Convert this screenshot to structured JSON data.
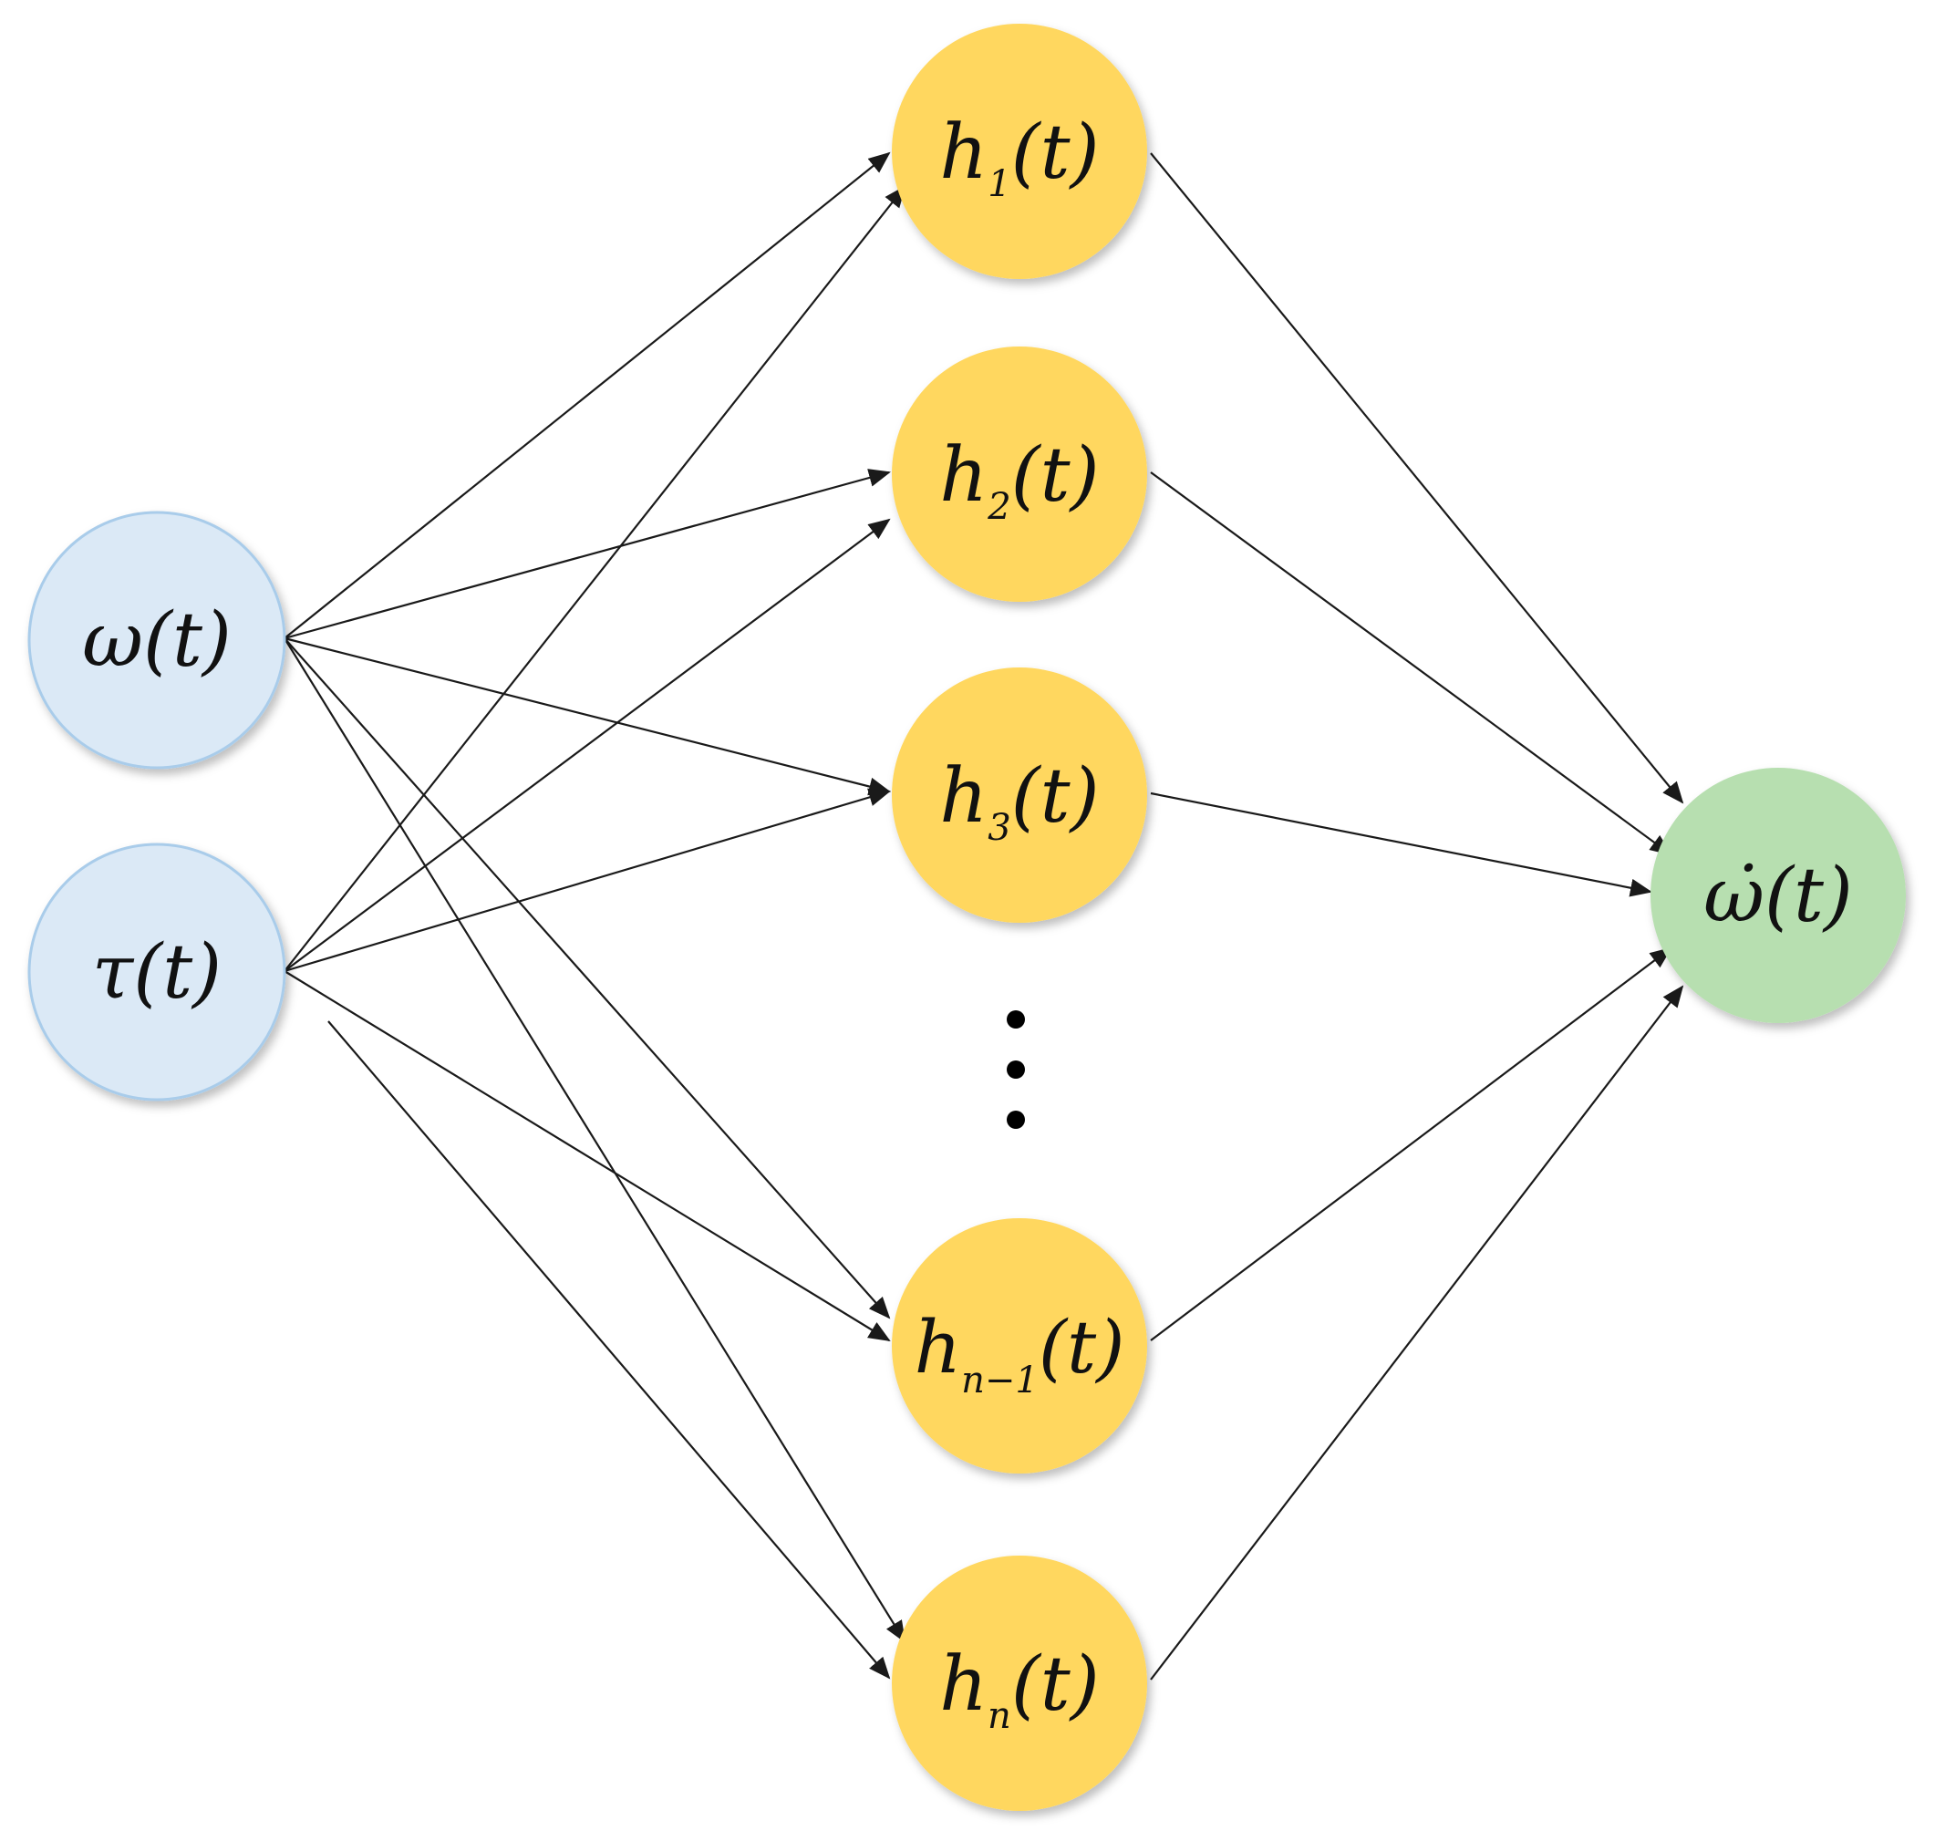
{
  "diagram": {
    "colors": {
      "input_fill": "#DBE9F6",
      "input_stroke": "#A9CCEA",
      "hidden_fill": "#FFD75E",
      "output_fill": "#B7DFB0",
      "edge": "#1a1a1a",
      "ellipsis": "#000000"
    },
    "nodes": {
      "omega": {
        "label": "ω(t)"
      },
      "tau": {
        "label": "τ(t)"
      },
      "h1": {
        "base": "h",
        "sub": "1",
        "tail": "(t)"
      },
      "h2": {
        "base": "h",
        "sub": "2",
        "tail": "(t)"
      },
      "h3": {
        "base": "h",
        "sub": "3",
        "tail": "(t)"
      },
      "hn1": {
        "base": "h",
        "sub": "n−1",
        "tail": "(t)"
      },
      "hn": {
        "base": "h",
        "sub": "n",
        "tail": "(t)"
      },
      "omega_dot": {
        "label": "ω̇(t)"
      }
    }
  }
}
